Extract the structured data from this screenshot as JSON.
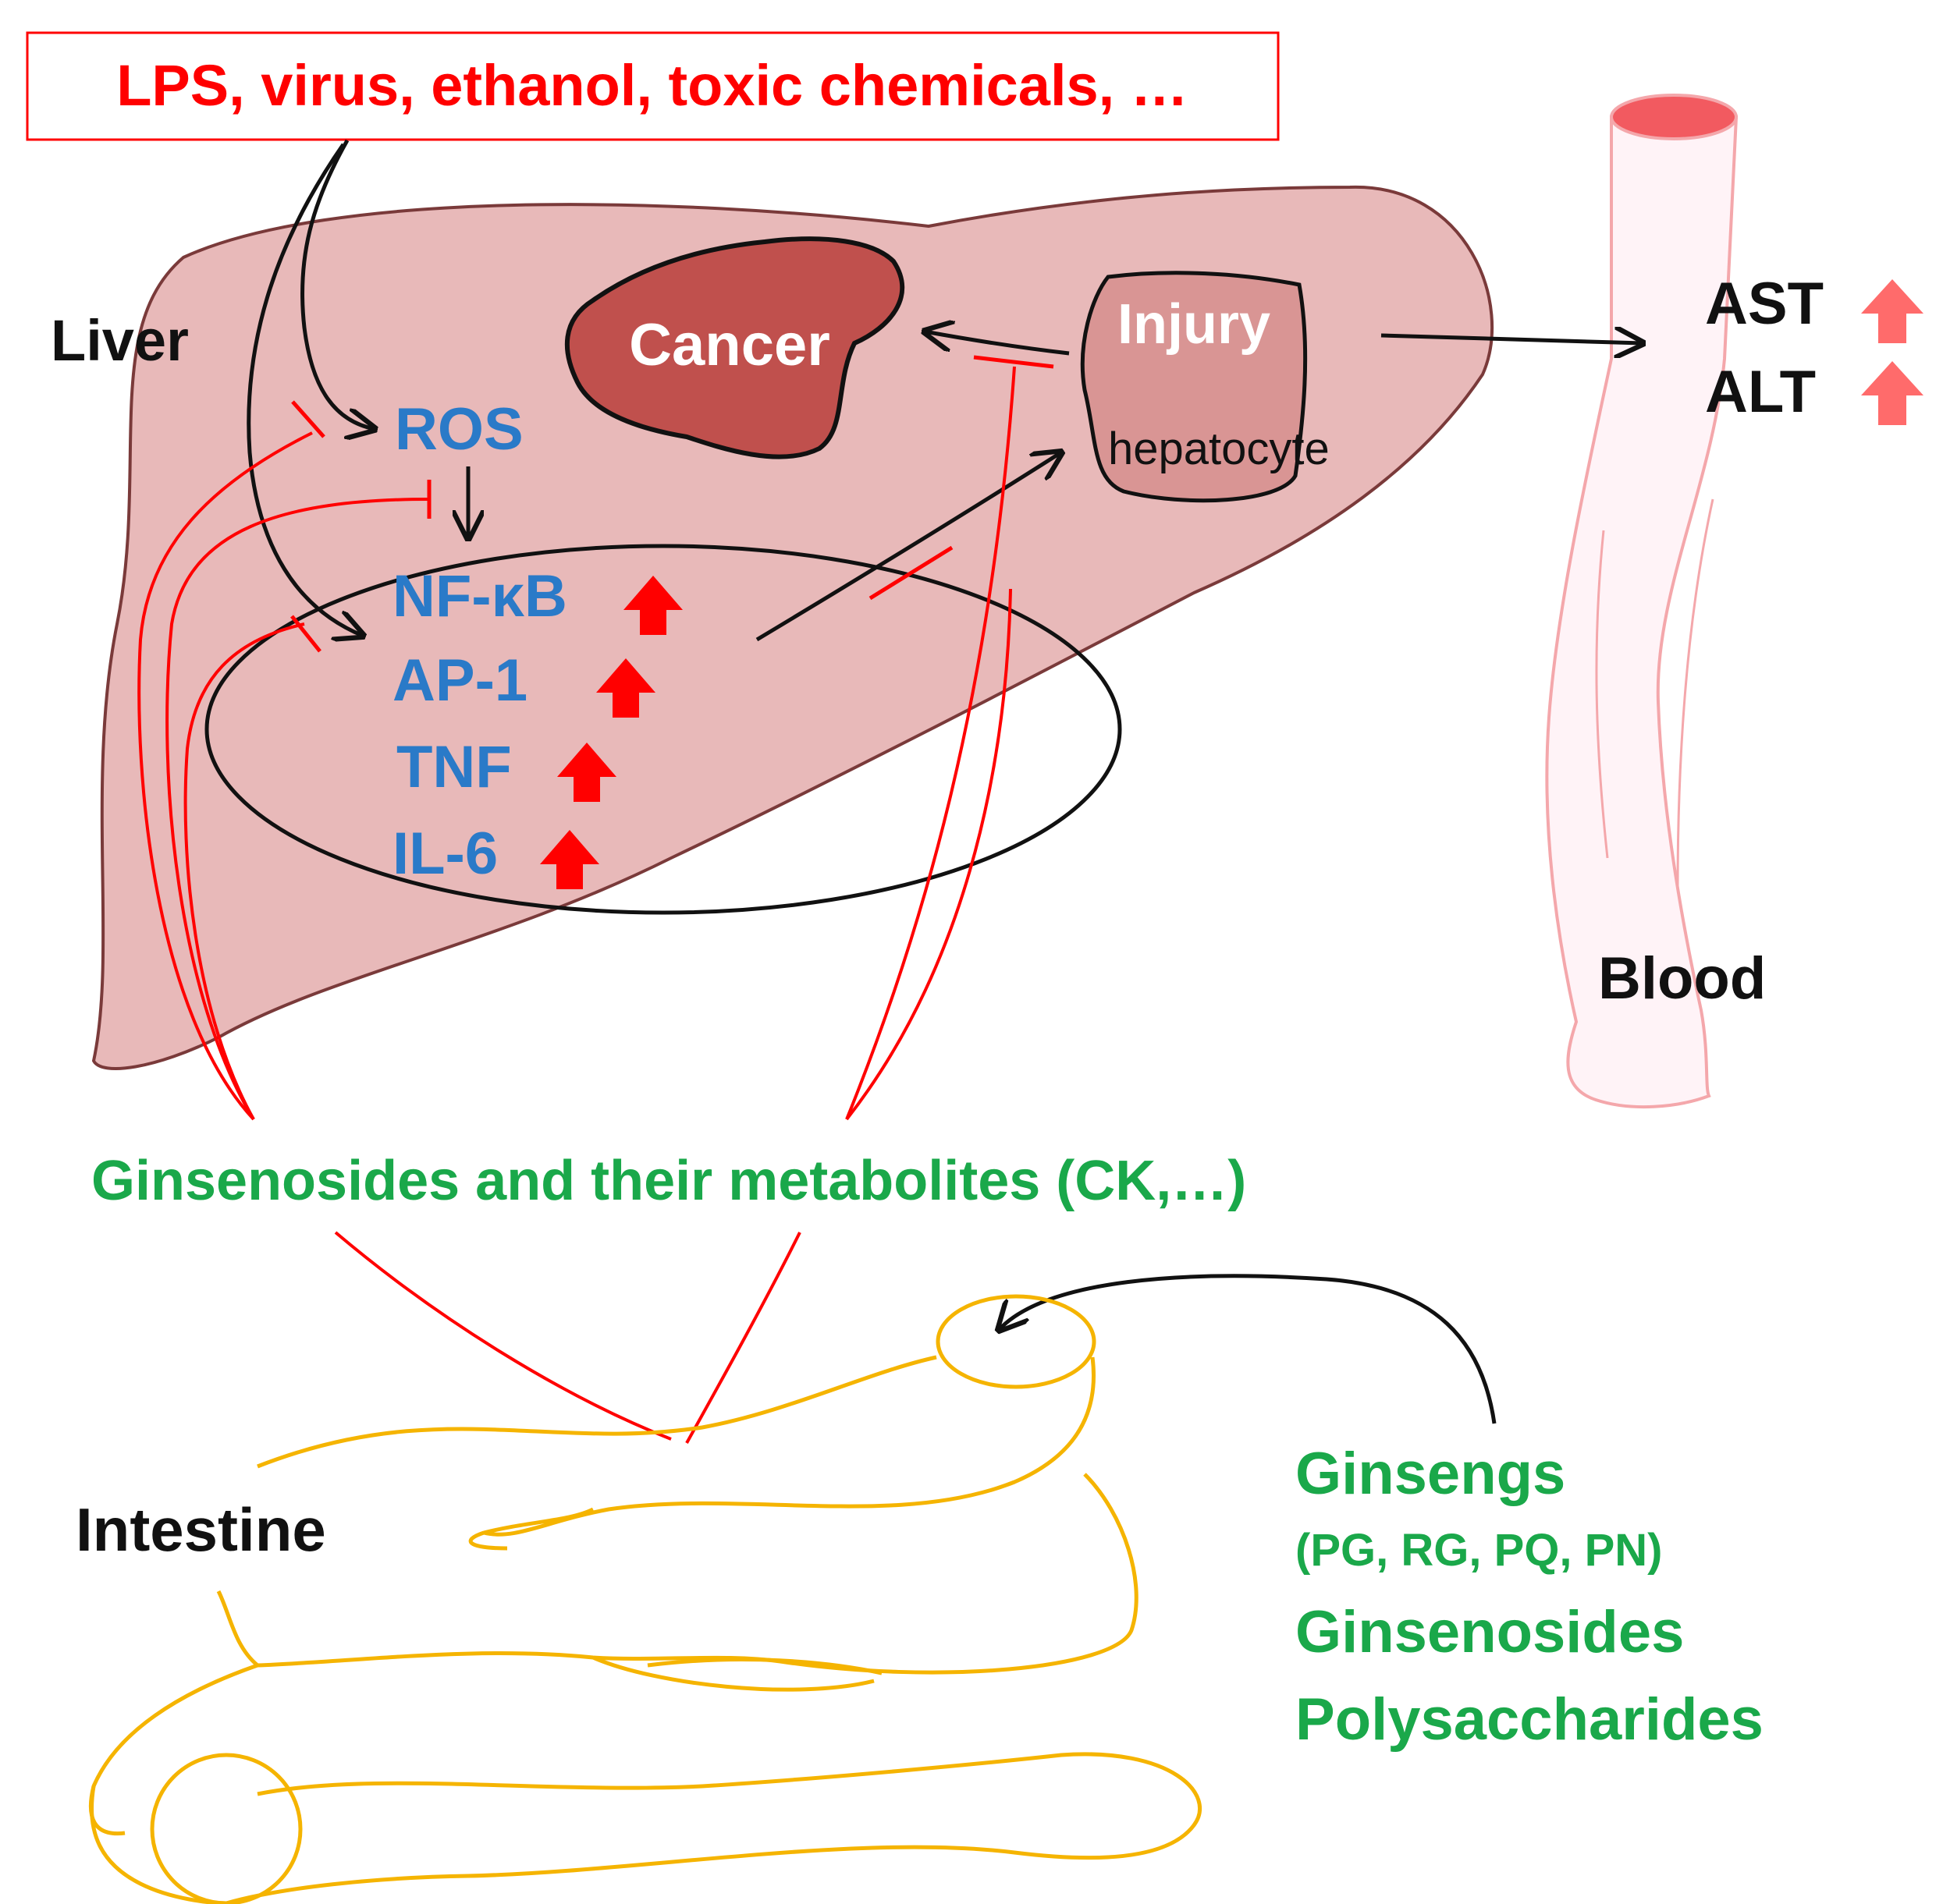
{
  "colors": {
    "liver_fill": "#e8b9b9",
    "liver_stroke": "#7a3a3a",
    "cancer_fill": "#c0504d",
    "injury_fill": "#d99594",
    "inhibit_red": "#ff0000",
    "pathway_blue": "#2a7ac8",
    "ginseng_green": "#1aa84a",
    "intestine_yellow": "#f5b400",
    "vessel_pink": "#f4a7ab",
    "vessel_top": "#f25a60",
    "up_arrow_red": "#ff0000",
    "up_arrow_pink": "#ff6b6b"
  },
  "triggers": {
    "label": "LPS, virus, ethanol, toxic chemicals, …"
  },
  "liver": {
    "label": "Liver",
    "cancer_label": "Cancer",
    "injury_label": "Injury",
    "hepatocyte_label": "hepatocyte"
  },
  "pathway": {
    "ros": "ROS",
    "factors": [
      "NF-κB",
      "AP-1",
      "TNF",
      "IL-6"
    ]
  },
  "blood": {
    "label": "Blood",
    "markers": [
      "AST",
      "ALT"
    ]
  },
  "metabolites": {
    "label": "Ginsenosides and their metabolites (CK,…)"
  },
  "intestine": {
    "label": "Intestine"
  },
  "sources": {
    "ginsengs": "Ginsengs",
    "ginseng_types": "(PG, RG, PQ, PN)",
    "ginsenosides": "Ginsenosides",
    "polysaccharides": "Polysaccharides"
  },
  "icons": {
    "up_arrow": "up-arrow-icon",
    "inhibition": "inhibition-bar-icon"
  }
}
